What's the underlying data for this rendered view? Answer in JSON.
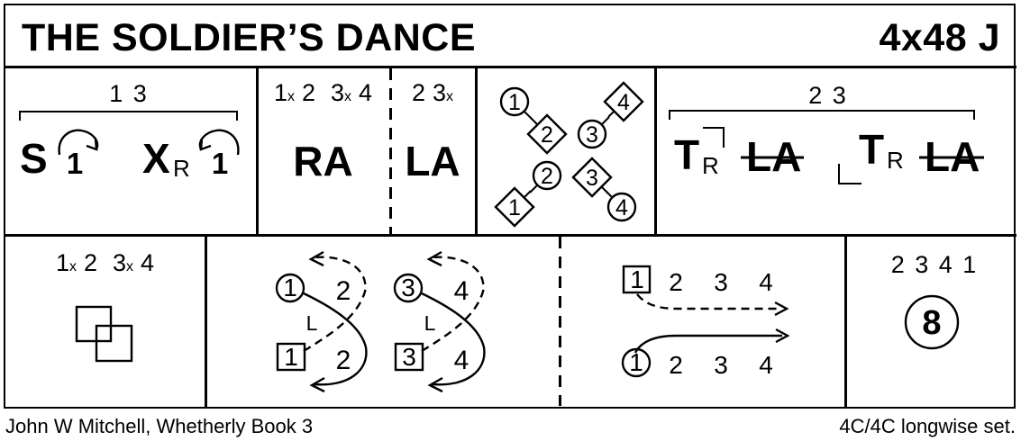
{
  "header": {
    "title": "THE SOLDIER’S DANCE",
    "code": "4x48 J"
  },
  "footer": {
    "credit": "John W Mitchell, Whetherly Book 3",
    "formation": "4C/4C longwise set."
  },
  "bars_1_8": {
    "couples": "1 3",
    "set": "S",
    "turn_right_bars": "1",
    "cross": "X",
    "cross_sub": "R",
    "turn_left_bars": "1"
  },
  "bars_9_16": {
    "ra_couples": {
      "c1": "1",
      "c1x": "x",
      "c2": "2",
      "c3": "3",
      "c3x": "x",
      "c4": "4"
    },
    "ra": "RA",
    "la_couples": {
      "c2": "2",
      "c3": "3",
      "c3x": "x"
    },
    "la": "LA"
  },
  "formation_diagram": {
    "dancers": [
      {
        "shape": "circle",
        "label": "1"
      },
      {
        "shape": "diamond",
        "label": "4"
      },
      {
        "shape": "diamond",
        "label": "2"
      },
      {
        "shape": "circle",
        "label": "3"
      },
      {
        "shape": "circle",
        "label": "2"
      },
      {
        "shape": "diamond",
        "label": "3"
      },
      {
        "shape": "diamond",
        "label": "1"
      },
      {
        "shape": "circle",
        "label": "4"
      }
    ]
  },
  "bars_17_24": {
    "couples": "2 3",
    "turn1": "T",
    "turn1_sub": "R",
    "la1": "LA",
    "turn2": "T",
    "turn2_sub": "R",
    "la2": "LA"
  },
  "bars_25_32": {
    "couples": {
      "c1": "1",
      "c1x": "x",
      "c2": "2",
      "c3": "3",
      "c3x": "x",
      "c4": "4"
    }
  },
  "bars_33_40": {
    "left": {
      "circle": "1",
      "square": "1",
      "upper": "2",
      "lower": "2",
      "shoulder": "L"
    },
    "right": {
      "circle": "3",
      "square": "3",
      "upper": "4",
      "lower": "4",
      "shoulder": "L"
    }
  },
  "progression": {
    "square": "1",
    "top_row": [
      "2",
      "3",
      "4"
    ],
    "circle": "1",
    "bottom_row": [
      "2",
      "3",
      "4"
    ]
  },
  "circle_eight": {
    "order": "2 3 4 1",
    "label": "8"
  }
}
